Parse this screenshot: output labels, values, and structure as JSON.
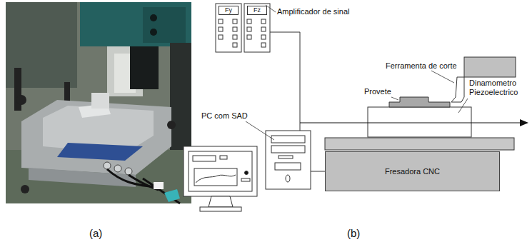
{
  "diagram": {
    "nodes": [
      {
        "text": [
          "Fy"
        ]
      },
      {
        "text": [
          "Fz"
        ]
      },
      {
        "text": [
          "Fresadora CNC"
        ]
      }
    ],
    "labels": [
      "Amplificador de sinal",
      "Ferramenta de corte",
      "Provete",
      "Dinamometro Piezoelectrico",
      "PC com SAD",
      "(a)",
      "(b)"
    ]
  }
}
